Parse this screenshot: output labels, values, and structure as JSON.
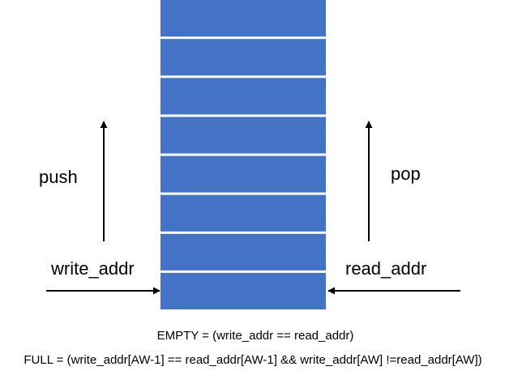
{
  "fifo": {
    "slot_count": 8,
    "slot_color": "#4472c4",
    "separator_color": "#ffffff"
  },
  "labels": {
    "push": "push",
    "pop": "pop",
    "write_addr": "write_addr",
    "read_addr": "read_addr"
  },
  "formulas": {
    "empty": "EMPTY = (write_addr == read_addr)",
    "full": "FULL = (write_addr[AW-1] == read_addr[AW-1] && write_addr[AW] !=read_addr[AW])"
  },
  "colors": {
    "arrow": "#000000",
    "text": "#000000"
  }
}
